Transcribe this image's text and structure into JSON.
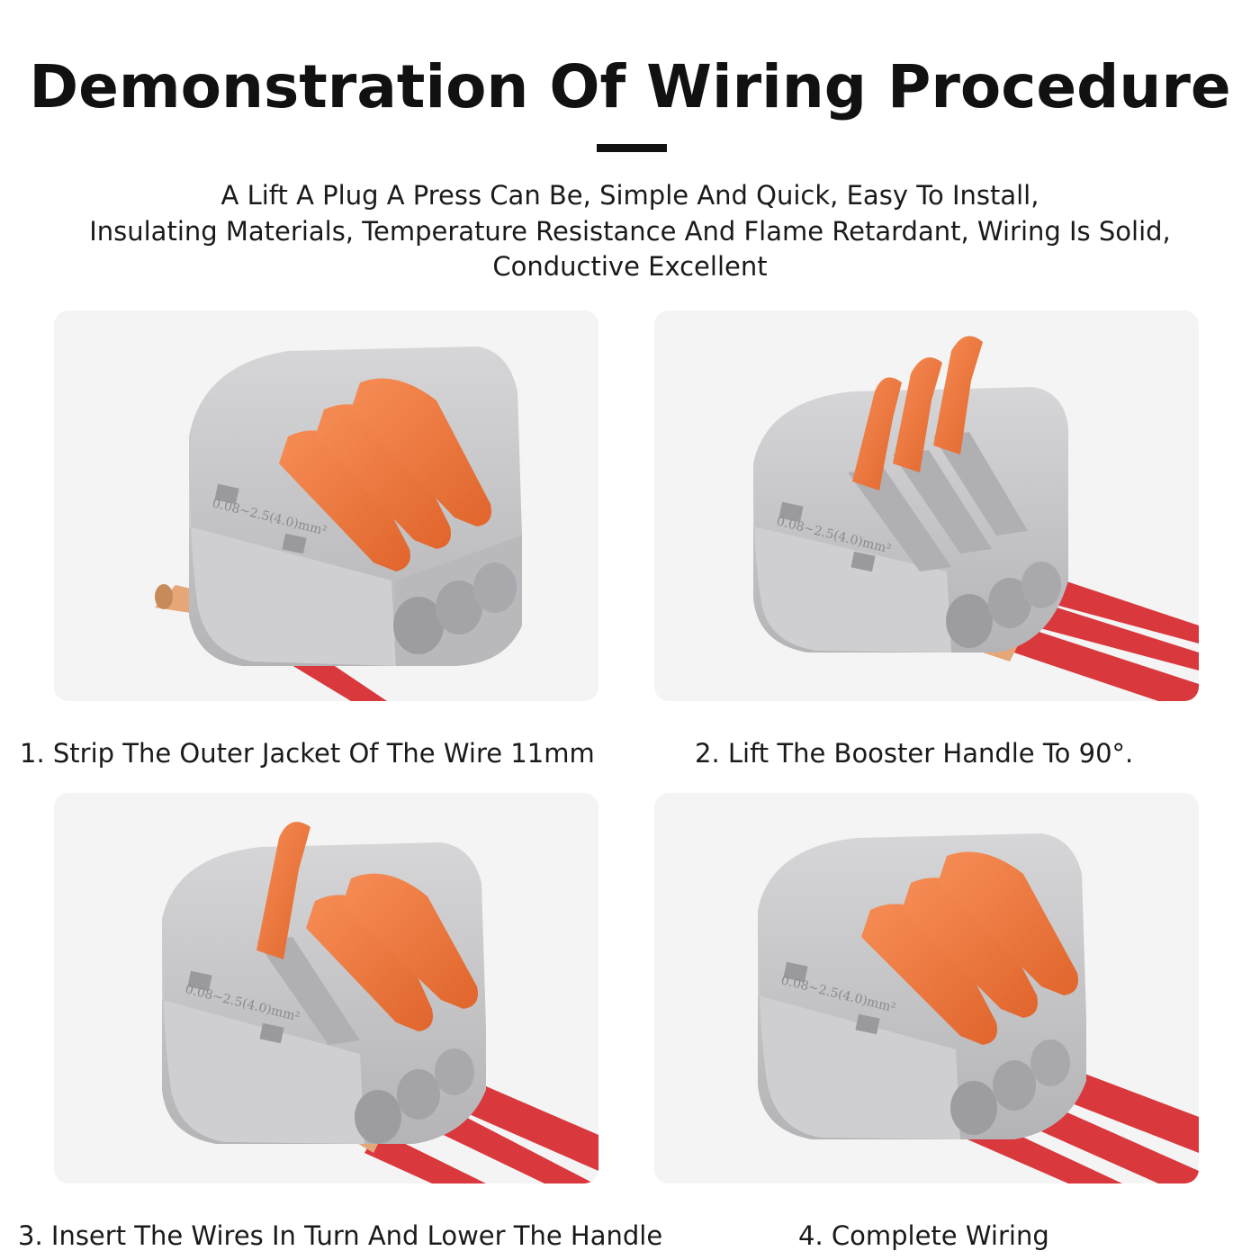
{
  "header": {
    "title": "Demonstration Of Wiring Procedure",
    "subtitle_lines": [
      "A Lift A Plug A Press Can Be, Simple And Quick, Easy To Install,",
      "Insulating Materials, Temperature Resistance And Flame Retardant, Wiring Is Solid,",
      "Conductive Excellent"
    ]
  },
  "connector_label": "0.08~2.5(4.0)mm²",
  "colors": {
    "housing": "#c9c9cb",
    "housing_dark": "#a9a9ac",
    "lever": "#f47a3c",
    "lever_dark": "#d9612a",
    "wire": "#d9383d",
    "copper": "#e5a778",
    "panel_bg": "#f4f4f4"
  },
  "steps": [
    {
      "number": 1,
      "caption": "1. Strip The Outer Jacket Of The Wire 11mm",
      "state": "lowered-single-stripped-wire",
      "image_icon": "connector-stripped-wire-icon"
    },
    {
      "number": 2,
      "caption": "2. Lift The Booster Handle To 90°.",
      "state": "raised-levers-wires-inserted",
      "image_icon": "connector-lifted-levers-icon"
    },
    {
      "number": 3,
      "caption": "3. Insert The Wires In Turn And Lower The Handle",
      "state": "one-raised-two-lowered",
      "image_icon": "connector-inserting-wires-icon"
    },
    {
      "number": 4,
      "caption": "4. Complete Wiring",
      "state": "all-lowered-wires-locked",
      "image_icon": "connector-complete-icon"
    }
  ]
}
